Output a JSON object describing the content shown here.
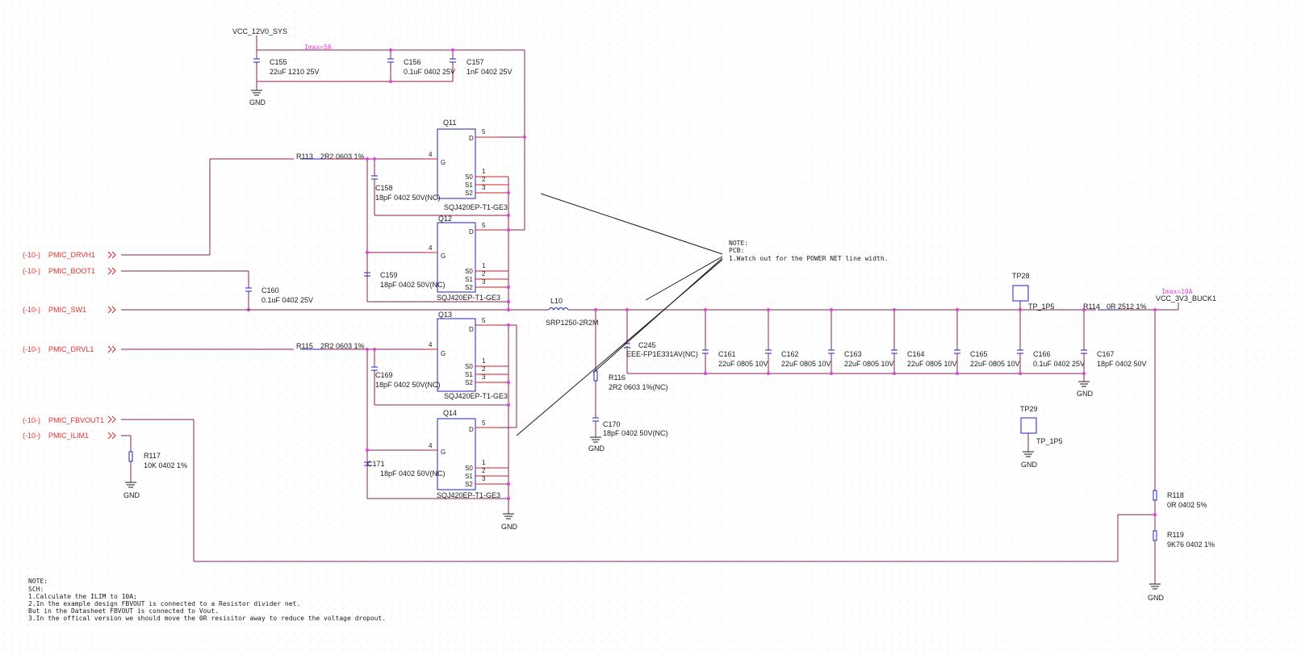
{
  "power_net": {
    "name": "VCC_12V0_SYS",
    "imax": "Imax=5A",
    "gnd": "GND"
  },
  "input_caps": [
    {
      "ref": "C155",
      "value": "22uF 1210 25V"
    },
    {
      "ref": "C156",
      "value": "0.1uF 0402 25V"
    },
    {
      "ref": "C157",
      "value": "1nF 0402 25V"
    }
  ],
  "ports": [
    {
      "prefix": "(-10-)",
      "name": "PMIC_DRVH1"
    },
    {
      "prefix": "(-10-)",
      "name": "PMIC_BOOT1"
    },
    {
      "prefix": "(-10-)",
      "name": "PMIC_SW1"
    },
    {
      "prefix": "(-10-)",
      "name": "PMIC_DRVL1"
    },
    {
      "prefix": "(-10-)",
      "name": "PMIC_FBVOUT1"
    },
    {
      "prefix": "(-10-)",
      "name": "PMIC_ILIM1"
    }
  ],
  "mosfet_pins": {
    "d": "D",
    "g": "G",
    "s0": "S0",
    "s1": "S1",
    "s2": "S2",
    "p1": "1",
    "p2": "2",
    "p3": "3",
    "p4": "4",
    "p5": "5"
  },
  "mosfets": [
    {
      "ref": "Q11",
      "part": "SQJ420EP-T1-GE3"
    },
    {
      "ref": "Q12",
      "part": "SQJ420EP-T1-GE3"
    },
    {
      "ref": "Q13",
      "part": "SQJ420EP-T1-GE3"
    },
    {
      "ref": "Q14",
      "part": "SQJ420EP-T1-GE3"
    }
  ],
  "gate_resistors": [
    {
      "ref": "R113",
      "value": "2R2 0603 1%"
    },
    {
      "ref": "R115",
      "value": "2R2 0603 1%"
    }
  ],
  "gate_caps": [
    {
      "ref": "C158",
      "value": "18pF 0402 50V(NC)"
    },
    {
      "ref": "C159",
      "value": "18pF 0402 50V(NC)"
    },
    {
      "ref": "C169",
      "value": "18pF 0402 50V(NC)"
    },
    {
      "ref": "C171",
      "value": "18pF 0402 50V(NC)"
    }
  ],
  "boot_cap": {
    "ref": "C160",
    "value": "0.1uF 0402 25V"
  },
  "inductor": {
    "ref": "L10",
    "part": "SRP1250-2R2M"
  },
  "snubber": [
    {
      "ref": "R116",
      "value": "2R2 0603 1%(NC)"
    },
    {
      "ref": "C170",
      "value": "18pF 0402 50V(NC)"
    }
  ],
  "bulk_cap": {
    "ref": "C245",
    "value": "EEE-FP1E331AV(NC)"
  },
  "output_caps": [
    {
      "ref": "C161",
      "value": "22uF 0805 10V"
    },
    {
      "ref": "C162",
      "value": "22uF 0805 10V"
    },
    {
      "ref": "C163",
      "value": "22uF 0805 10V"
    },
    {
      "ref": "C164",
      "value": "22uF 0805 10V"
    },
    {
      "ref": "C165",
      "value": "22uF 0805 10V"
    },
    {
      "ref": "C166",
      "value": "0.1uF 0402 25V"
    },
    {
      "ref": "C167",
      "value": "18pF 0402 50V"
    }
  ],
  "test_points": [
    {
      "ref": "TP28",
      "part": "TP_1P5"
    },
    {
      "ref": "TP29",
      "part": "TP_1P5"
    }
  ],
  "out_resistor": {
    "ref": "R114",
    "value": "0R 2512 1%"
  },
  "out_net": {
    "name": "VCC_3V3_BUCK1",
    "imax": "Imax=10A"
  },
  "fb_resistors": [
    {
      "ref": "R118",
      "value": "0R 0402 5%"
    },
    {
      "ref": "R119",
      "value": "9K76 0402 1%"
    }
  ],
  "ilim_resistor": {
    "ref": "R117",
    "value": "10K 0402 1%"
  },
  "pcb_note": [
    "NOTE:",
    "PCB:",
    "1.Watch out for the POWER NET line width."
  ],
  "sch_note": [
    "NOTE:",
    "SCH:",
    "1.Calculate the ILIM to 10A;",
    "2.In the example design FBVOUT is connected to a Resistor divider net.",
    " But in the Datasheet FBVOUT is connected to Vout.",
    "3.In the offical version we should move the 0R resisitor away to reduce the voltage dropout."
  ],
  "colors": {
    "wire": "#8a1f57",
    "pin": "#d02020",
    "part": "#2020c0",
    "port": "#e03030",
    "junction": "#e040e0"
  }
}
